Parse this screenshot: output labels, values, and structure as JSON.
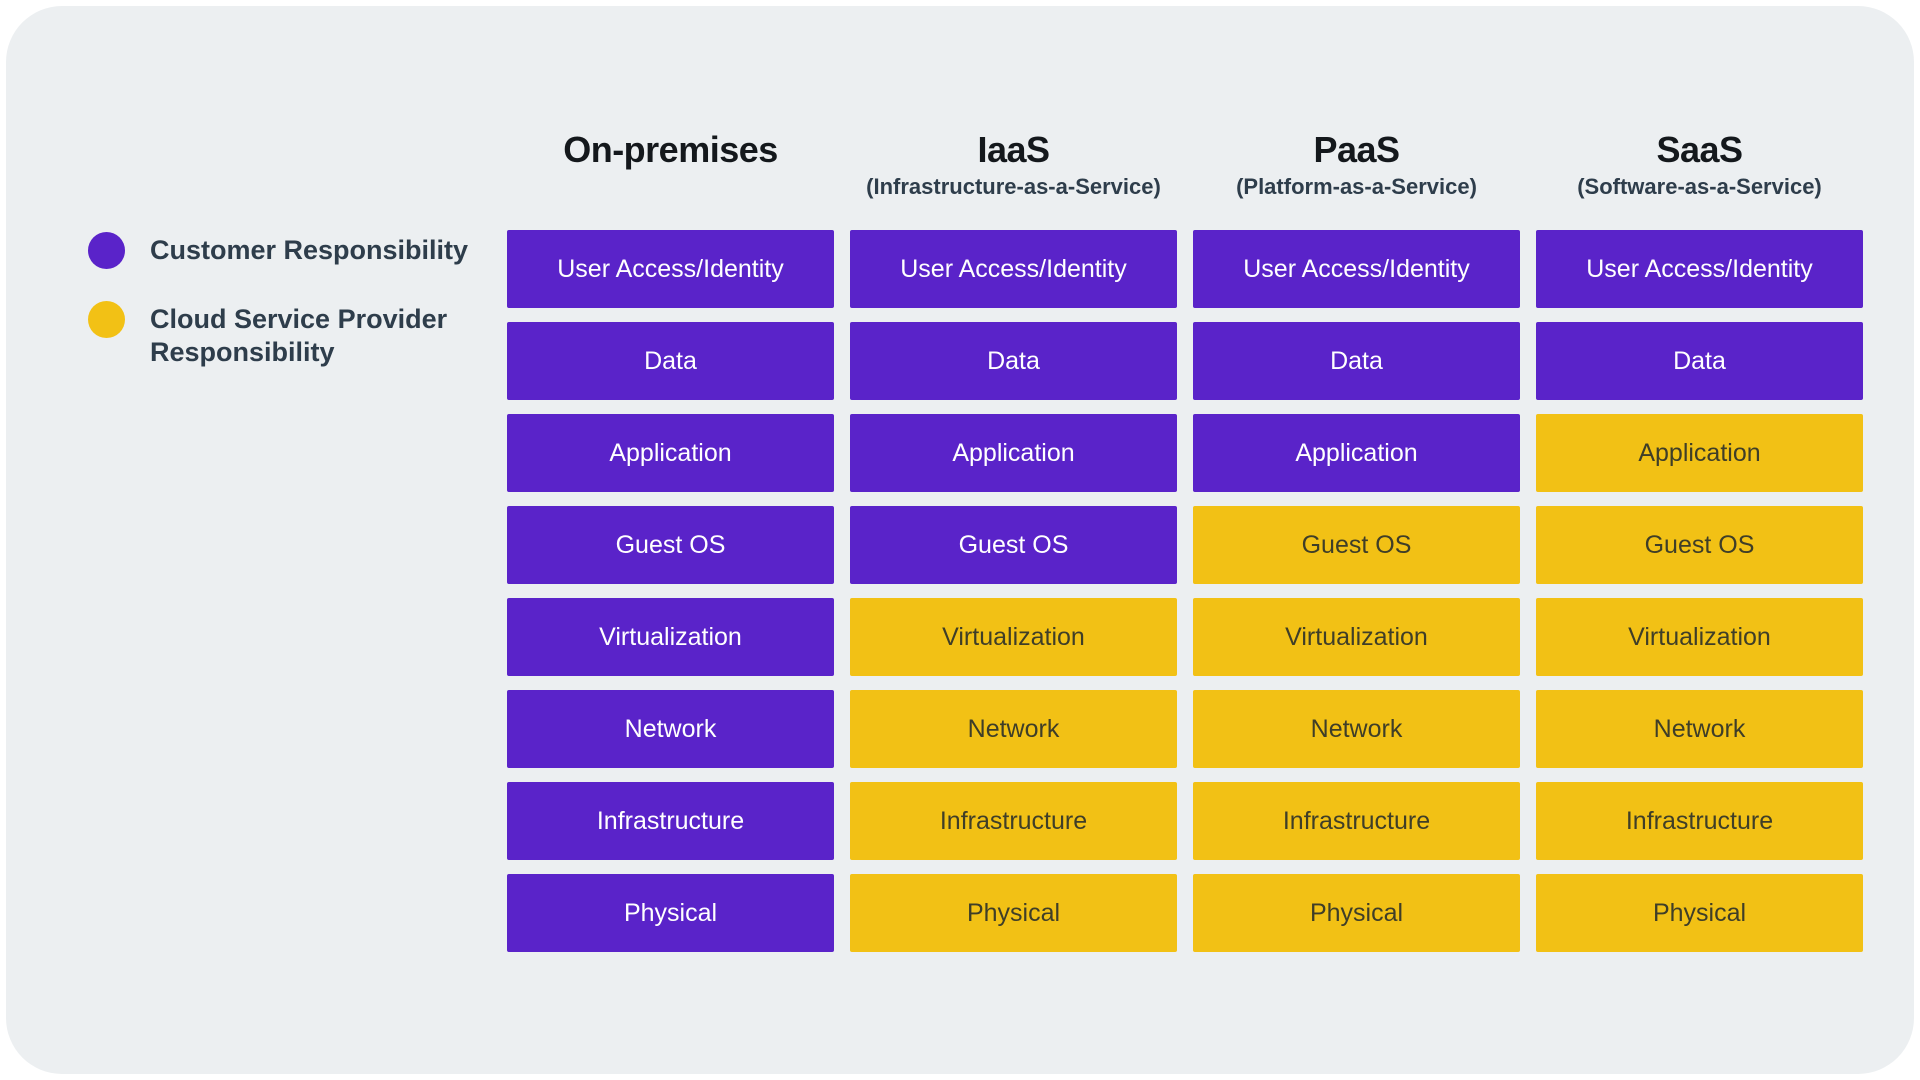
{
  "legend": {
    "items": [
      {
        "id": "customer",
        "label": "Customer Responsibility",
        "color": "#5A23C9"
      },
      {
        "id": "provider",
        "label": "Cloud Service Provider\nResponsibility",
        "color": "#F2C115"
      }
    ]
  },
  "matrix": {
    "row_labels": [
      "User Access/Identity",
      "Data",
      "Application",
      "Guest OS",
      "Virtualization",
      "Network",
      "Infrastructure",
      "Physical"
    ],
    "columns": [
      {
        "title": "On-premises",
        "subtitle": "",
        "cells": [
          {
            "label": "User Access/Identity",
            "owner": "customer"
          },
          {
            "label": "Data",
            "owner": "customer"
          },
          {
            "label": "Application",
            "owner": "customer"
          },
          {
            "label": "Guest OS",
            "owner": "customer"
          },
          {
            "label": "Virtualization",
            "owner": "customer"
          },
          {
            "label": "Network",
            "owner": "customer"
          },
          {
            "label": "Infrastructure",
            "owner": "customer"
          },
          {
            "label": "Physical",
            "owner": "customer"
          }
        ]
      },
      {
        "title": "IaaS",
        "subtitle": "(Infrastructure-as-a-Service)",
        "cells": [
          {
            "label": "User Access/Identity",
            "owner": "customer"
          },
          {
            "label": "Data",
            "owner": "customer"
          },
          {
            "label": "Application",
            "owner": "customer"
          },
          {
            "label": "Guest OS",
            "owner": "customer"
          },
          {
            "label": "Virtualization",
            "owner": "provider"
          },
          {
            "label": "Network",
            "owner": "provider"
          },
          {
            "label": "Infrastructure",
            "owner": "provider"
          },
          {
            "label": "Physical",
            "owner": "provider"
          }
        ]
      },
      {
        "title": "PaaS",
        "subtitle": "(Platform-as-a-Service)",
        "cells": [
          {
            "label": "User Access/Identity",
            "owner": "customer"
          },
          {
            "label": "Data",
            "owner": "customer"
          },
          {
            "label": "Application",
            "owner": "customer"
          },
          {
            "label": "Guest OS",
            "owner": "provider"
          },
          {
            "label": "Virtualization",
            "owner": "provider"
          },
          {
            "label": "Network",
            "owner": "provider"
          },
          {
            "label": "Infrastructure",
            "owner": "provider"
          },
          {
            "label": "Physical",
            "owner": "provider"
          }
        ]
      },
      {
        "title": "SaaS",
        "subtitle": "(Software-as-a-Service)",
        "cells": [
          {
            "label": "User Access/Identity",
            "owner": "customer"
          },
          {
            "label": "Data",
            "owner": "customer"
          },
          {
            "label": "Application",
            "owner": "provider"
          },
          {
            "label": "Guest OS",
            "owner": "provider"
          },
          {
            "label": "Virtualization",
            "owner": "provider"
          },
          {
            "label": "Network",
            "owner": "provider"
          },
          {
            "label": "Infrastructure",
            "owner": "provider"
          },
          {
            "label": "Physical",
            "owner": "provider"
          }
        ]
      }
    ]
  },
  "colors": {
    "customer": "#5A23C9",
    "provider": "#F2C115",
    "panel_background": "#ECEFF1",
    "page_background": "#FFFFFF",
    "heading_ink": "#14181C",
    "slate_ink": "#2E3D4B",
    "text_on_customer": "#FFFFFF",
    "text_on_provider": "#3F3E28"
  }
}
